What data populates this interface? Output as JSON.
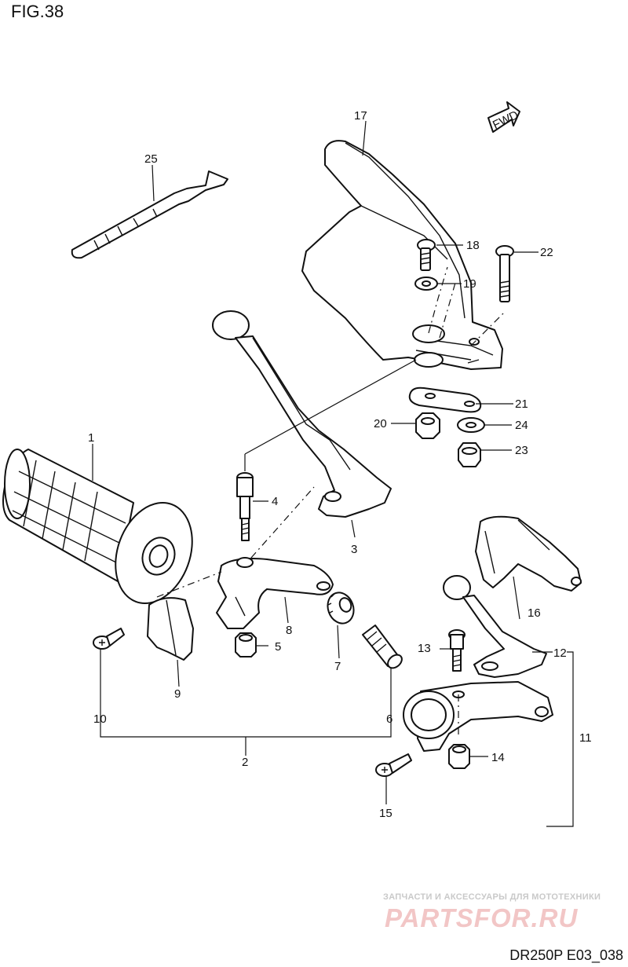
{
  "title": "FIG.38",
  "fwd_label": "FWD",
  "diagram_code": "DR250P E03_038",
  "watermark": {
    "tagline": "ЗАПЧАСТИ И АКСЕССУАРЫ ДЛЯ МОТОТЕХНИКИ",
    "logo": "PARTSFOR.RU"
  },
  "callouts": [
    "1",
    "2",
    "3",
    "4",
    "5",
    "6",
    "7",
    "8",
    "9",
    "10",
    "11",
    "12",
    "13",
    "14",
    "15",
    "16",
    "17",
    "18",
    "19",
    "20",
    "21",
    "22",
    "23",
    "24",
    "25"
  ]
}
